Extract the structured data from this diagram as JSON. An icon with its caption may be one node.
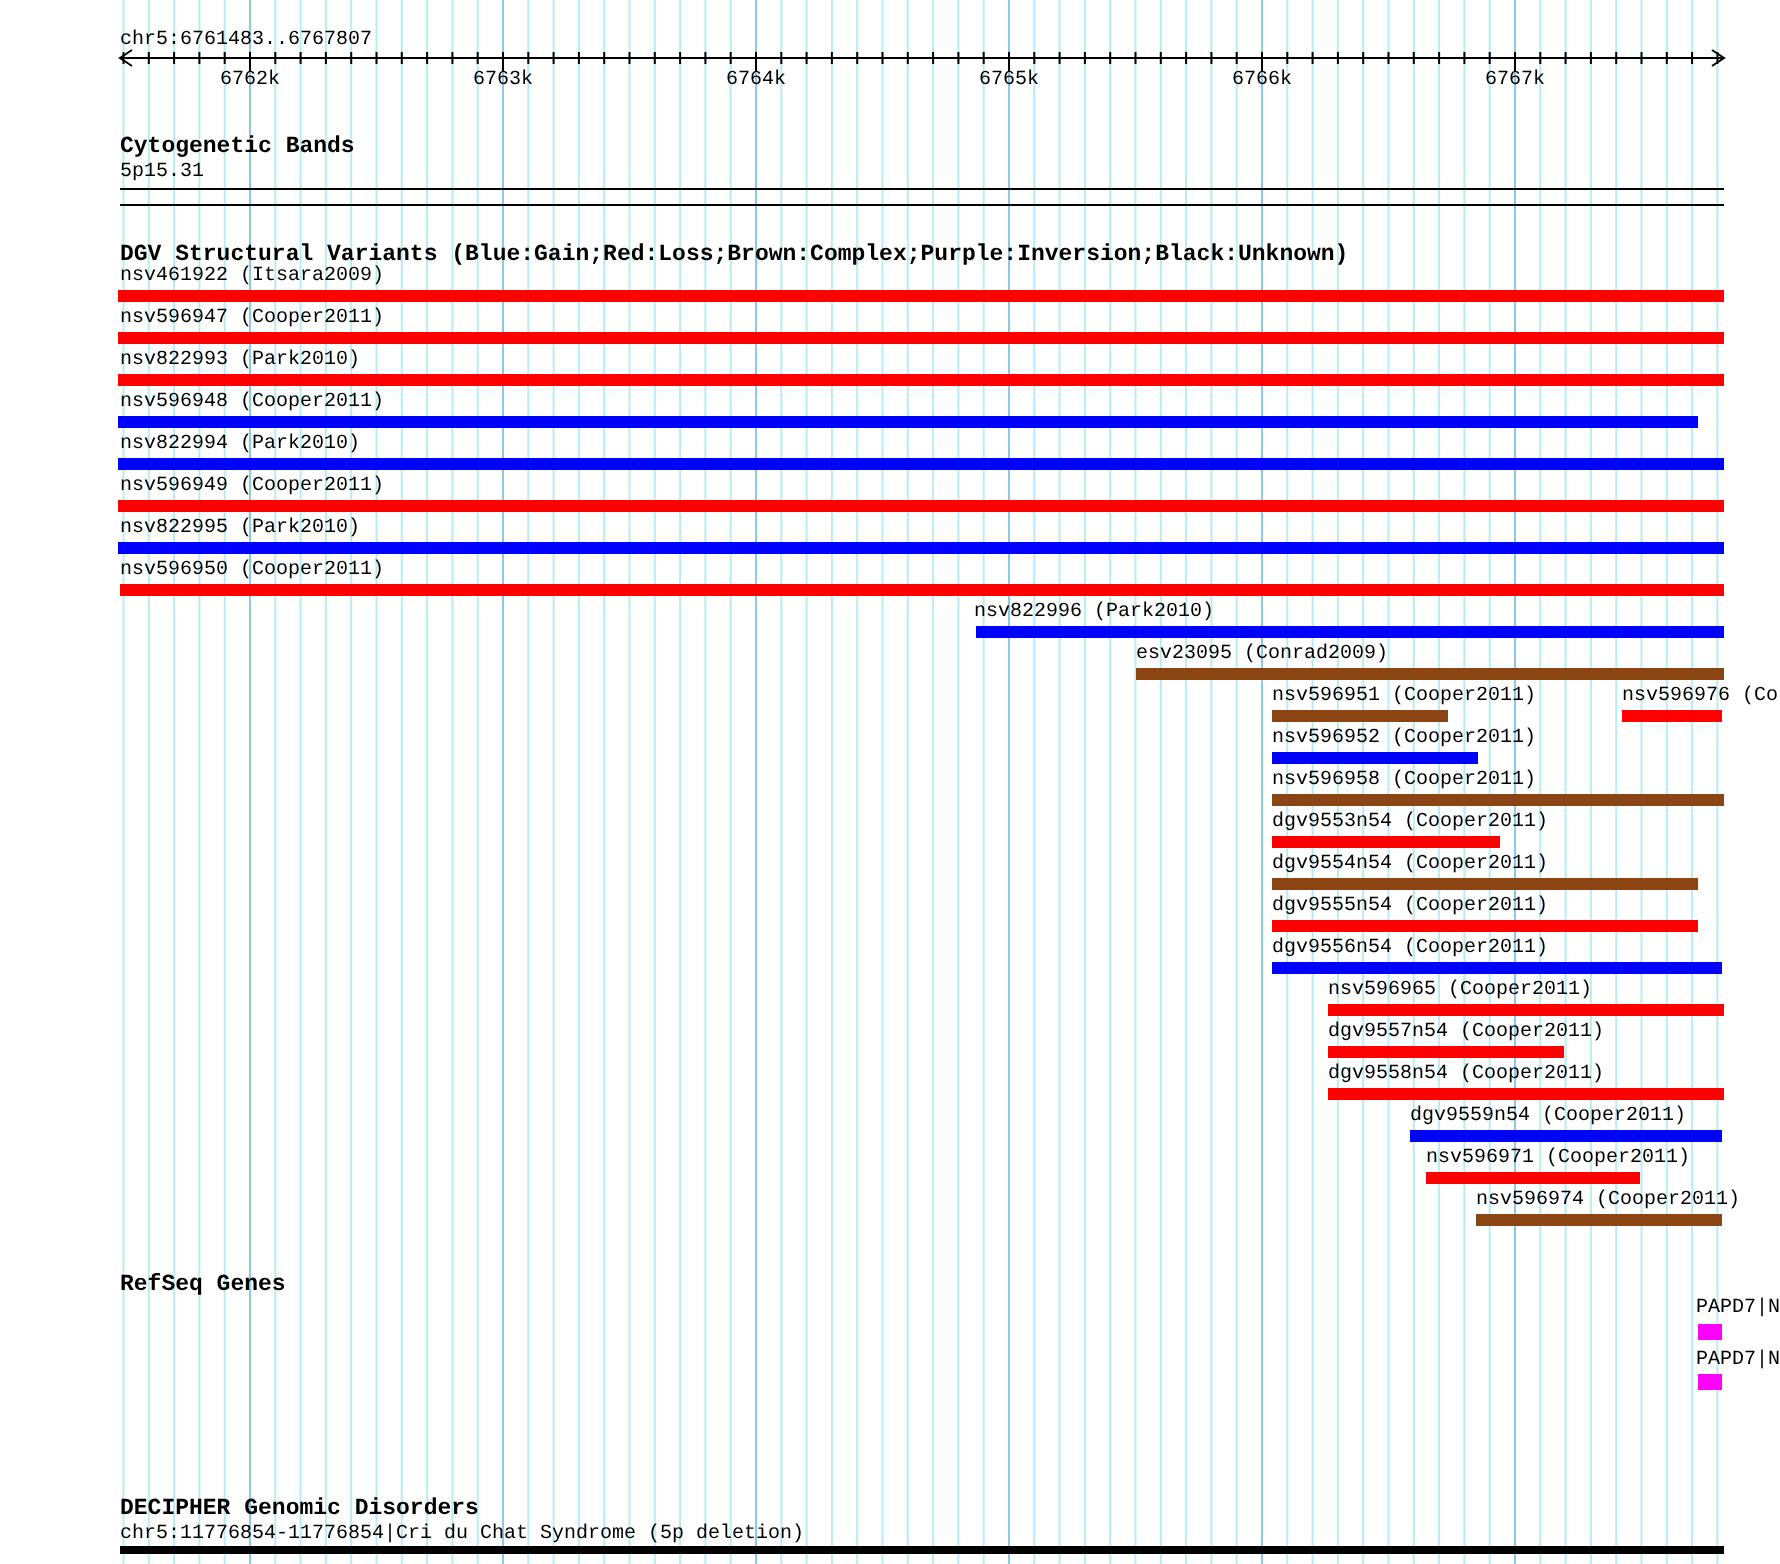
{
  "diagram": {
    "labels": [
      "chr5:6761483..6767807",
      "6762k",
      "6763k",
      "6764k",
      "6765k",
      "6766k",
      "6767k",
      "Cytogenetic Bands",
      "5p15.31",
      "DGV Structural Variants (Blue:Gain;Red:Loss;Brown:Complex;Purple:Inversion;Black:Unknown)",
      "nsv461922 (Itsara2009)",
      "nsv596947 (Cooper2011)",
      "nsv822993 (Park2010)",
      "nsv596948 (Cooper2011)",
      "nsv822994 (Park2010)",
      "nsv596949 (Cooper2011)",
      "nsv822995 (Park2010)",
      "nsv596950 (Cooper2011)",
      "nsv822996 (Park2010)",
      "esv23095 (Conrad2009)",
      "nsv596951 (Cooper2011)",
      "nsv596976 (Co",
      "nsv596952 (Cooper2011)",
      "nsv596958 (Cooper2011)",
      "dgv9553n54 (Cooper2011)",
      "dgv9554n54 (Cooper2011)",
      "dgv9555n54 (Cooper2011)",
      "dgv9556n54 (Cooper2011)",
      "nsv596965 (Cooper2011)",
      "dgv9557n54 (Cooper2011)",
      "dgv9558n54 (Cooper2011)",
      "dgv9559n54 (Cooper2011)",
      "nsv596971 (Cooper2011)",
      "nsv596974 (Cooper2011)",
      "RefSeq Genes",
      "PAPD7|N",
      "PAPD7|N",
      "DECIPHER Genomic Disorders",
      "chr5:11776854-11776854|Cri du Chat Syndrome (5p deletion)"
    ]
  }
}
